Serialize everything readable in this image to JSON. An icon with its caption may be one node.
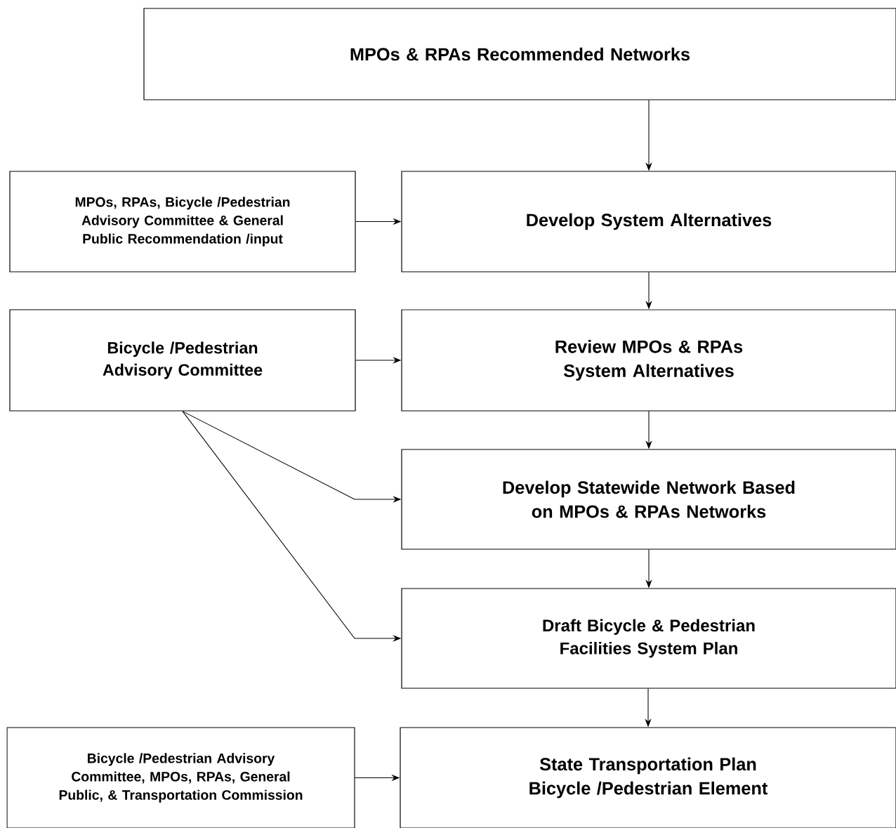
{
  "diagram": {
    "nodes": [
      {
        "text": [
          "MPOs & RPAs Recommended Networks"
        ]
      },
      {
        "text": [
          "MPOs, RPAs, Bicycle /Pedestrian Advisory Committee & General Public Recommendation /input"
        ]
      },
      {
        "text": [
          "Develop System Alternatives"
        ]
      },
      {
        "text": [
          "Bicycle /Pedestrian Advisory Committee"
        ]
      },
      {
        "text": [
          "Review MPOs & RPAs System Alternatives"
        ]
      },
      {
        "text": [
          "Develop Statewide Network Based on MPOs & RPAs Networks"
        ]
      },
      {
        "text": [
          "Draft Bicycle & Pedestrian Facilities System Plan"
        ]
      },
      {
        "text": [
          "Bicycle /Pedestrian Advisory Committee, MPOs, RPAs, General Public, & Transportation Commission"
        ]
      },
      {
        "text": [
          "State Transportation Plan Bicycle /Pedestrian Element"
        ]
      }
    ],
    "edges": [
      {
        "from": 0,
        "to": 2,
        "arrow": "to"
      },
      {
        "from": 1,
        "to": 2,
        "arrow": "to"
      },
      {
        "from": 2,
        "to": 4,
        "arrow": "to"
      },
      {
        "from": 3,
        "to": 4,
        "arrow": "to"
      },
      {
        "from": 4,
        "to": 5,
        "arrow": "to"
      },
      {
        "from": 3,
        "to": 5,
        "arrow": "to"
      },
      {
        "from": 3,
        "to": 6,
        "arrow": "to"
      },
      {
        "from": 5,
        "to": 6,
        "arrow": "to"
      },
      {
        "from": 6,
        "to": 8,
        "arrow": "to"
      },
      {
        "from": 7,
        "to": 8,
        "arrow": "to"
      }
    ]
  }
}
